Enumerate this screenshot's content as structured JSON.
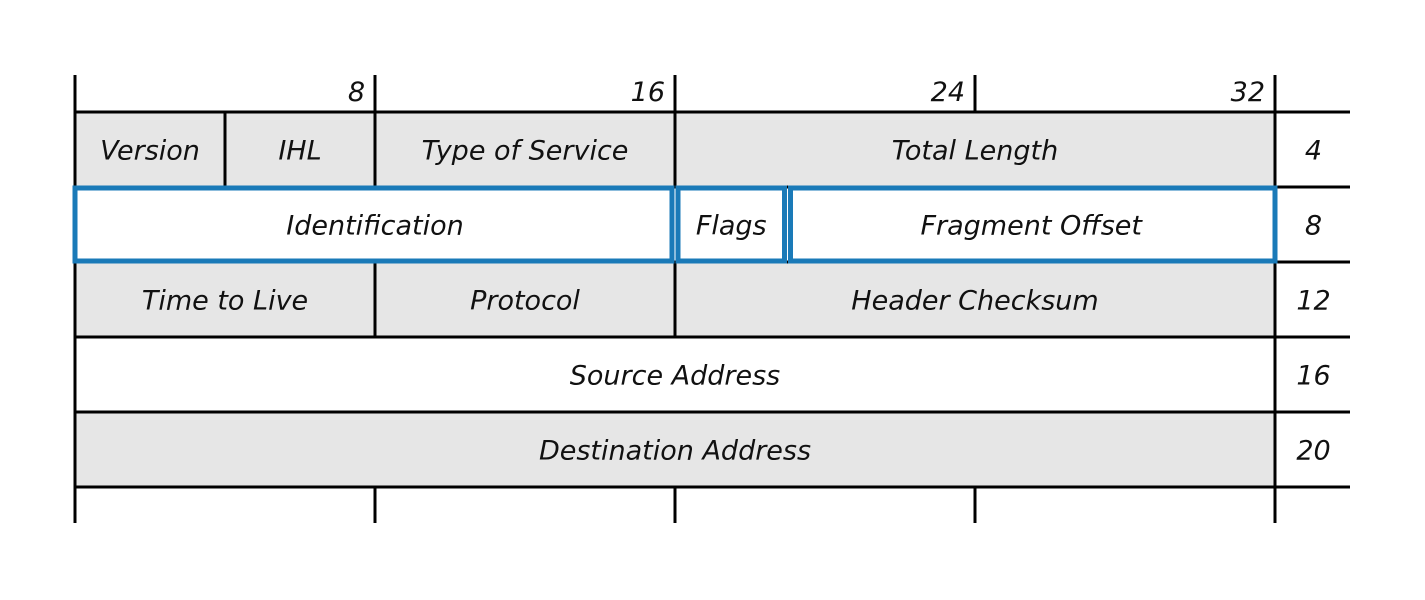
{
  "bit_labels": [
    "8",
    "16",
    "24",
    "32"
  ],
  "rows": [
    {
      "shade": "gray",
      "offset": "4",
      "fields": [
        {
          "label": "Version",
          "bits": 4
        },
        {
          "label": "IHL",
          "bits": 4
        },
        {
          "label": "Type of Service",
          "bits": 8
        },
        {
          "label": "Total Length",
          "bits": 16
        }
      ]
    },
    {
      "shade": "white",
      "offset": "8",
      "highlighted": true,
      "fields": [
        {
          "label": "Identification",
          "bits": 16
        },
        {
          "label": "Flags",
          "bits": 3
        },
        {
          "label": "Fragment Offset",
          "bits": 13
        }
      ]
    },
    {
      "shade": "gray",
      "offset": "12",
      "fields": [
        {
          "label": "Time to Live",
          "bits": 8
        },
        {
          "label": "Protocol",
          "bits": 8
        },
        {
          "label": "Header Checksum",
          "bits": 16
        }
      ]
    },
    {
      "shade": "white",
      "offset": "16",
      "fields": [
        {
          "label": "Source Address",
          "bits": 32
        }
      ]
    },
    {
      "shade": "gray",
      "offset": "20",
      "fields": [
        {
          "label": "Destination Address",
          "bits": 32
        }
      ]
    }
  ],
  "colors": {
    "gray_fill": "#e6e6e6",
    "white_fill": "#ffffff",
    "line": "#000000",
    "highlight": "#1a7ab8",
    "text": "#111111"
  }
}
